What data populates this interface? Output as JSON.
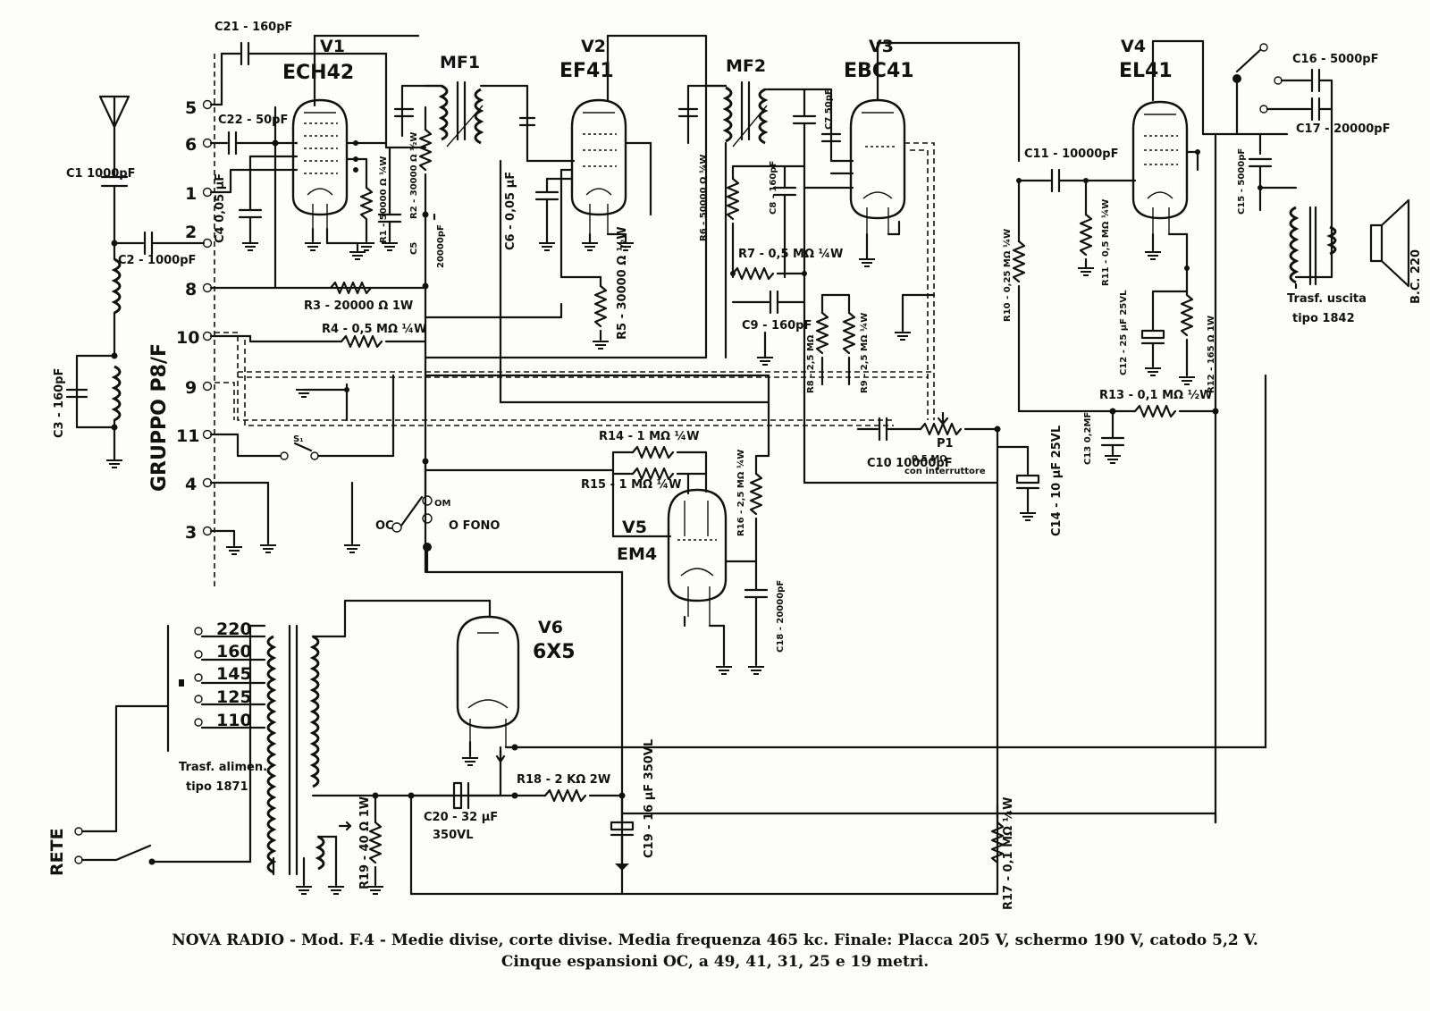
{
  "caption": {
    "line1": "NOVA RADIO - Mod. F.4 - Medie divise, corte divise. Media frequenza 465 kc. Finale: Placca 205 V, schermo 190 V, catodo 5,2 V.",
    "line2": "Cinque espansioni OC, a 49, 41, 31, 25 e 19 metri."
  },
  "tubes": {
    "v1": {
      "id": "V1",
      "type": "ECH42"
    },
    "v2": {
      "id": "V2",
      "type": "EF41"
    },
    "v3": {
      "id": "V3",
      "type": "EBC41"
    },
    "v4": {
      "id": "V4",
      "type": "EL41"
    },
    "v5": {
      "id": "V5",
      "type": "EM4"
    },
    "v6": {
      "id": "V6",
      "type": "6X5"
    }
  },
  "if_transformers": {
    "mf1": "MF1",
    "mf2": "MF2"
  },
  "group": {
    "label": "GRUPPO  P8/F",
    "terminals": [
      "5",
      "6",
      "1",
      "2",
      "8",
      "10",
      "9",
      "11",
      "4",
      "3"
    ]
  },
  "components": {
    "c1": "C1 1000pF",
    "c2": "C2 - 1000pF",
    "c3": "C3 - 160pF",
    "c4": "C4 0,05 µF",
    "c5": "C5",
    "c6": "C6 - 0,05 µF",
    "c7": "C7 50pF",
    "c8": "C8 - 160pF",
    "c9": "C9 - 160pF",
    "c10": "C10 10000pF",
    "c11": "C11 - 10000pF",
    "c12": "C12 - 25 µF 25VL",
    "c13": "C13 0,2MF",
    "c14": "C14 - 10 µF 25VL",
    "c15": "C15 - 5000pF",
    "c16": "C16 - 5000pF",
    "c17": "C17 - 20000pF",
    "c18": "C18 - 20000pF",
    "c19": "C19 - 16 µF 350VL",
    "c20": "C20 - 32 µF",
    "c20b": "350VL",
    "c21": "C21 - 160pF",
    "c22": "C22 - 50pF",
    "r1": "R1 - 50000 Ω ¼W",
    "r2": "R2 - 30000 Ω ½W",
    "r2c": "20000pF",
    "r3": "R3 - 20000 Ω 1W",
    "r4": "R4 - 0,5 MΩ ¼W",
    "r5": "R5 - 30000 Ω ½W",
    "r6": "R6 - 50000 Ω ¼W",
    "r7": "R7 - 0,5 MΩ ¼W",
    "r8": "R8 - 2,5 MΩ",
    "r9": "R9 - 2,5 MΩ ¼W",
    "r10": "R10 - 0,25 MΩ ¼W",
    "r11": "R11 - 0,5 MΩ ¼W",
    "r12": "R12 - 165 Ω 1W",
    "r13": "R13 - 0,1 MΩ ½W",
    "r14": "R14 - 1 MΩ ¼W",
    "r15": "R15 - 1 MΩ ¼W",
    "r16": "R16 - 2,5 MΩ ¼W",
    "r17": "R17 - 0,1 MΩ ¼W",
    "r18": "R18 - 2 KΩ 2W",
    "r19": "R19 - 40 Ω 1W",
    "p1": "P1",
    "p1v": "0,5 MΩ",
    "p1n": "con interruttore"
  },
  "switch": {
    "oc": "OC",
    "om": "OM",
    "fono": "O FONO"
  },
  "mains": {
    "taps": [
      "220",
      "160",
      "145",
      "125",
      "110"
    ],
    "transformer_l1": "Trasf. alimen.",
    "transformer_l2": "tipo 1871",
    "rete": "RETE"
  },
  "output": {
    "transformer_l1": "Trasf. uscita",
    "transformer_l2": "tipo 1842",
    "speaker": "B.C. 220"
  }
}
